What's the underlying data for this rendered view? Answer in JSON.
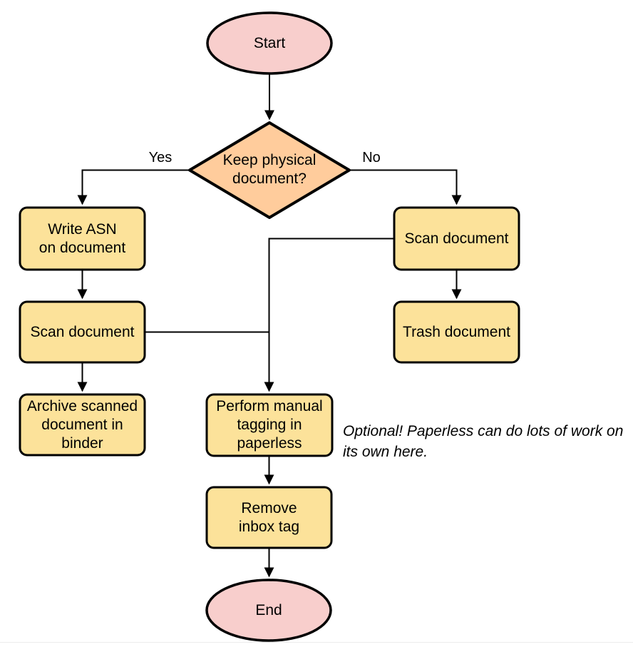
{
  "nodes": {
    "start": "Start",
    "decision": "Keep physical\ndocument?",
    "write_asn": "Write ASN\non document",
    "scan_left": "Scan document",
    "archive": "Archive scanned\ndocument in\nbinder",
    "scan_right": "Scan document",
    "trash": "Trash document",
    "tagging": "Perform manual\ntagging in\npaperless",
    "remove_inbox": "Remove\ninbox tag",
    "end": "End"
  },
  "edge_labels": {
    "yes": "Yes",
    "no": "No"
  },
  "annotation": "Optional! Paperless can do lots of work on\nits own here.",
  "colors": {
    "terminal_fill": "#f8cecc",
    "decision_fill": "#ffcc9c",
    "process_fill": "#fce29a",
    "line": "#000000"
  }
}
